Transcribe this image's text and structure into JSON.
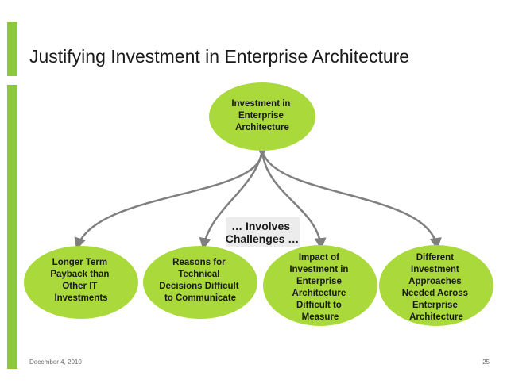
{
  "slide": {
    "title": "Justifying Investment in Enterprise Architecture",
    "footer_date": "December 4, 2010",
    "page_number": "25"
  },
  "colors": {
    "accent_bar": "#8dc63f",
    "node_fill": "#a9d93b",
    "connector": "#7f7f7f",
    "callout_fill": "#ececec"
  },
  "diagram": {
    "root": {
      "lines": [
        "Investment in",
        "Enterprise",
        "Architecture"
      ]
    },
    "callout": {
      "lines": [
        "… Involves",
        "Challenges …"
      ]
    },
    "children": [
      {
        "lines": [
          "Longer Term",
          "Payback than",
          "Other IT",
          "Investments"
        ]
      },
      {
        "lines": [
          "Reasons for",
          "Technical",
          "Decisions Difficult",
          "to Communicate"
        ]
      },
      {
        "lines": [
          "Impact of",
          "Investment in",
          "Enterprise",
          "Architecture",
          "Difficult to",
          "Measure"
        ]
      },
      {
        "lines": [
          "Different",
          "Investment",
          "Approaches",
          "Needed Across",
          "Enterprise",
          "Architecture"
        ]
      }
    ]
  }
}
